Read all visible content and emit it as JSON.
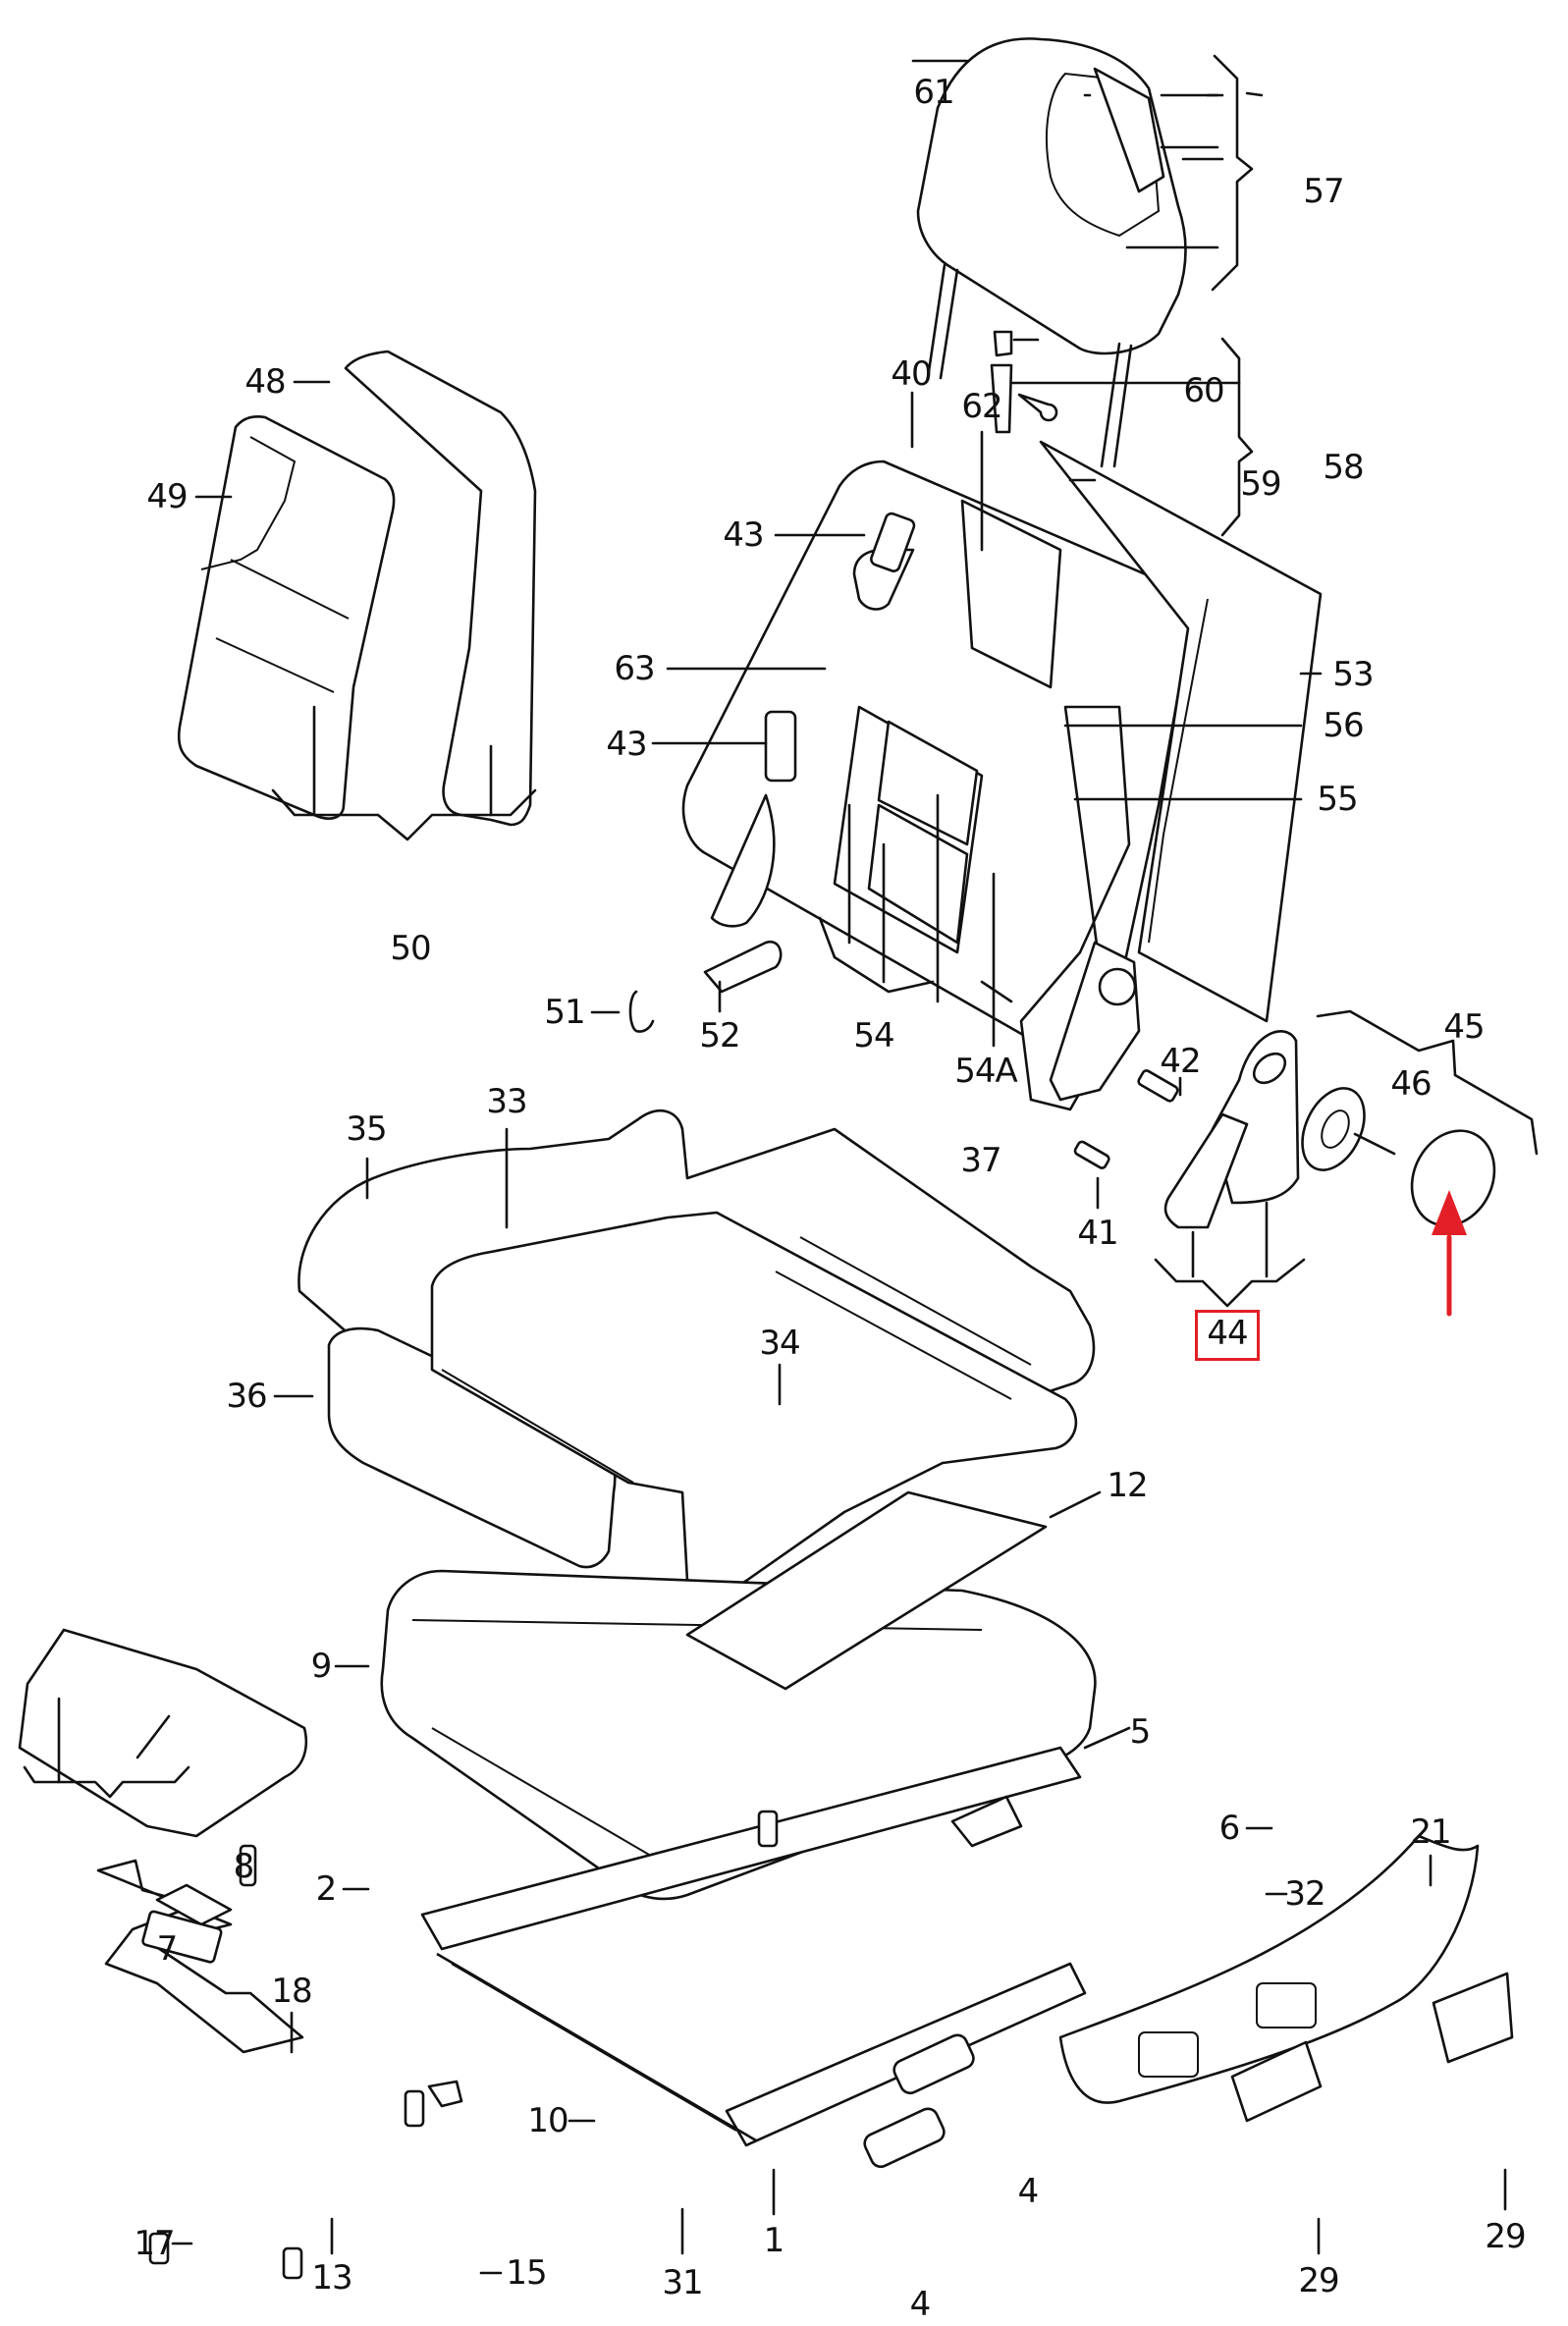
{
  "diagram": {
    "title": "Front seat exploded parts diagram",
    "highlight": {
      "part": "44",
      "color": "#e21f26"
    },
    "arrow": {
      "target_part": "45",
      "color": "#e21f26",
      "direction": "up"
    },
    "labels": [
      {
        "id": "61",
        "text": "61"
      },
      {
        "id": "57",
        "text": "57"
      },
      {
        "id": "60",
        "text": "60"
      },
      {
        "id": "40",
        "text": "40"
      },
      {
        "id": "62",
        "text": "62"
      },
      {
        "id": "58",
        "text": "58"
      },
      {
        "id": "59",
        "text": "59"
      },
      {
        "id": "48",
        "text": "48"
      },
      {
        "id": "49",
        "text": "49"
      },
      {
        "id": "43a",
        "text": "43"
      },
      {
        "id": "63",
        "text": "63"
      },
      {
        "id": "53",
        "text": "53"
      },
      {
        "id": "56",
        "text": "56"
      },
      {
        "id": "43b",
        "text": "43"
      },
      {
        "id": "55",
        "text": "55"
      },
      {
        "id": "50",
        "text": "50"
      },
      {
        "id": "51",
        "text": "51"
      },
      {
        "id": "52",
        "text": "52"
      },
      {
        "id": "54",
        "text": "54"
      },
      {
        "id": "54A",
        "text": "54A"
      },
      {
        "id": "45",
        "text": "45"
      },
      {
        "id": "42",
        "text": "42"
      },
      {
        "id": "46",
        "text": "46"
      },
      {
        "id": "35",
        "text": "35"
      },
      {
        "id": "33",
        "text": "33"
      },
      {
        "id": "37",
        "text": "37"
      },
      {
        "id": "41",
        "text": "41"
      },
      {
        "id": "44",
        "text": "44"
      },
      {
        "id": "36",
        "text": "36"
      },
      {
        "id": "34",
        "text": "34"
      },
      {
        "id": "12",
        "text": "12"
      },
      {
        "id": "9",
        "text": "9"
      },
      {
        "id": "5",
        "text": "5"
      },
      {
        "id": "6",
        "text": "6"
      },
      {
        "id": "21",
        "text": "21"
      },
      {
        "id": "2",
        "text": "2"
      },
      {
        "id": "8",
        "text": "8"
      },
      {
        "id": "32",
        "text": "32"
      },
      {
        "id": "7",
        "text": "7"
      },
      {
        "id": "18",
        "text": "18"
      },
      {
        "id": "10",
        "text": "10"
      },
      {
        "id": "4a",
        "text": "4"
      },
      {
        "id": "17",
        "text": "17"
      },
      {
        "id": "13",
        "text": "13"
      },
      {
        "id": "15",
        "text": "15"
      },
      {
        "id": "31",
        "text": "31"
      },
      {
        "id": "1",
        "text": "1"
      },
      {
        "id": "29a",
        "text": "29"
      },
      {
        "id": "29b",
        "text": "29"
      },
      {
        "id": "4b",
        "text": "4"
      }
    ]
  }
}
